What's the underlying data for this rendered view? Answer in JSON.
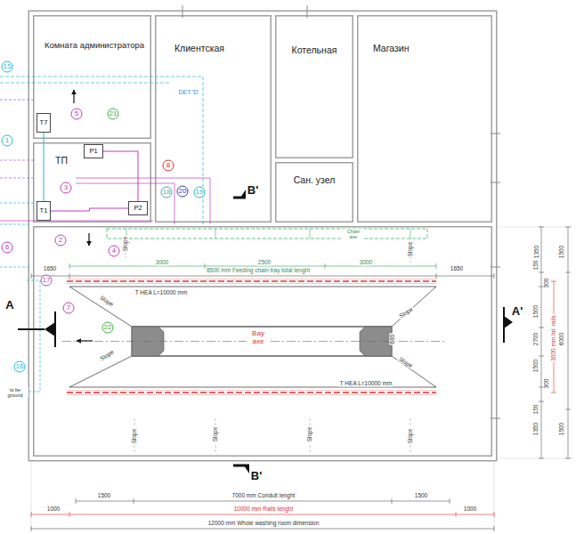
{
  "diagram": {
    "nodes": [
      {
        "text": [
          "Комната администратора"
        ]
      },
      {
        "text": [
          "T7"
        ],
        "in": 0
      },
      {
        "text": [
          "Клиентская"
        ]
      },
      {
        "text": [
          "Котельная"
        ]
      },
      {
        "text": [
          "Магазин"
        ]
      },
      {
        "text": [
          "ТП"
        ]
      },
      {
        "text": [
          "P1"
        ],
        "in": 5
      },
      {
        "text": [
          "T1"
        ],
        "in": 5
      },
      {
        "text": [
          "P2"
        ],
        "in": 5
      },
      {
        "text": [
          "Сан. узел"
        ]
      }
    ],
    "edges": [
      {
        "from": 1,
        "to": 7,
        "arrow": "none"
      },
      {
        "from": 6,
        "to": 8,
        "arrow": "none"
      },
      {
        "from": 7,
        "to": 8,
        "arrow": "none"
      }
    ],
    "labels": [
      "15",
      "5",
      "21",
      "1",
      "3",
      "8",
      "18",
      "20",
      "19",
      "2",
      "4",
      "6",
      "17",
      "7",
      "22",
      "16",
      "DET.'D'",
      "B'",
      "B'",
      "A",
      "A'",
      "Chain axe",
      "3000",
      "2500",
      "3000",
      "1650",
      "1650",
      "8500 mm Feeding chain tray total lenght",
      "T HEA L=10000 mm",
      "T HEA L=10000 mm",
      "Bay axe",
      "680",
      "Slope",
      "Slope",
      "Slope",
      "Slope",
      "Slope",
      "Slope",
      "Slope",
      "Slope",
      "Slope",
      "Slope",
      "1350",
      "1500",
      "150",
      "300",
      "1500",
      "2700",
      "3000 mm Int. rails",
      "6000",
      "1500",
      "300",
      "150",
      "1350",
      "1500",
      "1500",
      "7000 mm Conduit lenght",
      "1500",
      "1000",
      "10000 mm Rails lenght",
      "1000",
      "12000 mm Whole washing room dimension",
      "to be ground"
    ]
  }
}
